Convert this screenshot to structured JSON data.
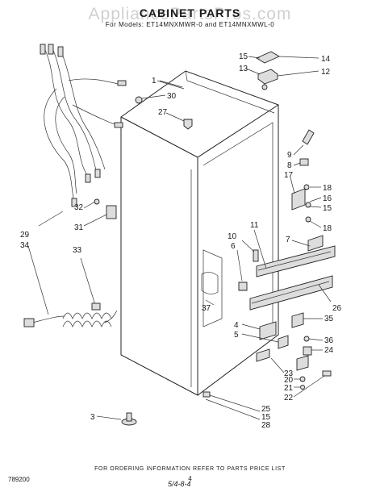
{
  "watermark": "AppliancePartsPros.com",
  "header": {
    "title": "CABINET PARTS",
    "subtitle": "For Models: ET14MNXMWR-0 and ET14MNXMWL-0"
  },
  "callouts": [
    {
      "id": "c1",
      "text": "1"
    },
    {
      "id": "c30",
      "text": "30"
    },
    {
      "id": "c27",
      "text": "27"
    },
    {
      "id": "c15a",
      "text": "15"
    },
    {
      "id": "c14",
      "text": "14"
    },
    {
      "id": "c13",
      "text": "13"
    },
    {
      "id": "c12",
      "text": "12"
    },
    {
      "id": "c9",
      "text": "9"
    },
    {
      "id": "c8",
      "text": "8"
    },
    {
      "id": "c17",
      "text": "17"
    },
    {
      "id": "c18a",
      "text": "18"
    },
    {
      "id": "c16",
      "text": "16"
    },
    {
      "id": "c15b",
      "text": "15"
    },
    {
      "id": "c18b",
      "text": "18"
    },
    {
      "id": "c11",
      "text": "11"
    },
    {
      "id": "c10",
      "text": "10"
    },
    {
      "id": "c6",
      "text": "6"
    },
    {
      "id": "c7",
      "text": "7"
    },
    {
      "id": "c29",
      "text": "29"
    },
    {
      "id": "c34",
      "text": "34"
    },
    {
      "id": "c32",
      "text": "32"
    },
    {
      "id": "c31",
      "text": "31"
    },
    {
      "id": "c33",
      "text": "33"
    },
    {
      "id": "c37",
      "text": "37"
    },
    {
      "id": "c4",
      "text": "4"
    },
    {
      "id": "c5",
      "text": "5"
    },
    {
      "id": "c26",
      "text": "26"
    },
    {
      "id": "c35",
      "text": "35"
    },
    {
      "id": "c36",
      "text": "36"
    },
    {
      "id": "c24",
      "text": "24"
    },
    {
      "id": "c23",
      "text": "23"
    },
    {
      "id": "c20",
      "text": "20"
    },
    {
      "id": "c21",
      "text": "21"
    },
    {
      "id": "c22",
      "text": "22"
    },
    {
      "id": "c25",
      "text": "25"
    },
    {
      "id": "c15c",
      "text": "15"
    },
    {
      "id": "c28",
      "text": "28"
    },
    {
      "id": "c3",
      "text": "3"
    }
  ],
  "footer": {
    "note": "FOR ORDERING INFORMATION REFER TO PARTS PRICE LIST",
    "page": "4",
    "code": "789200",
    "handwritten": "5/4-8-4"
  }
}
